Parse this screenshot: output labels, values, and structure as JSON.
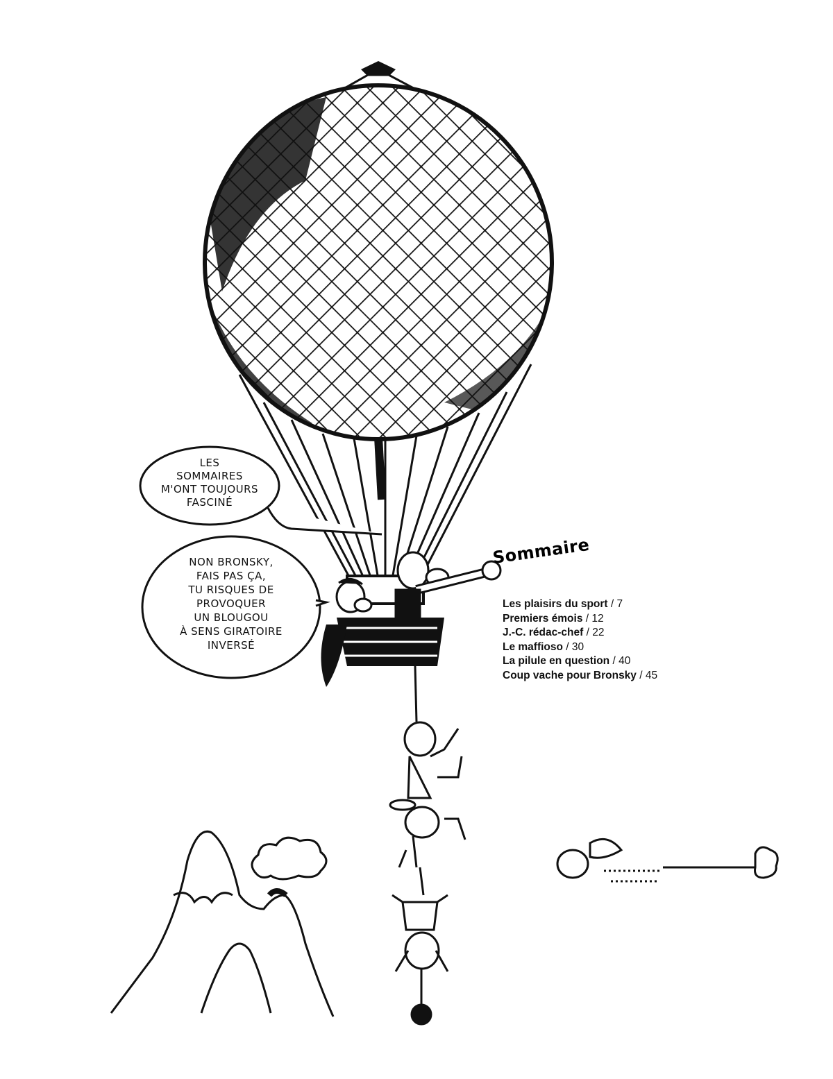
{
  "bubbles": [
    {
      "lines": [
        "LES",
        "SOMMAIRES",
        "M'ONT TOUJOURS",
        "FASCINÉ"
      ]
    },
    {
      "lines": [
        "NON BRONSKY,",
        "FAIS PAS ÇA,",
        "TU RISQUES DE",
        "PROVOQUER",
        "UN BLOUGOU",
        "À SENS GIRATOIRE",
        "INVERSÉ"
      ]
    }
  ],
  "toc": {
    "title": "Sommaire",
    "items": [
      {
        "title": "Les plaisirs du sport",
        "page": "/ 7"
      },
      {
        "title": "Premiers émois",
        "page": "/ 12"
      },
      {
        "title": "J.-C. rédac-chef",
        "page": "/ 22"
      },
      {
        "title": "Le maffioso",
        "page": "/ 30"
      },
      {
        "title": "La pilule en question",
        "page": "/ 40"
      },
      {
        "title": "Coup vache pour Bronsky",
        "page": "/ 45"
      }
    ]
  }
}
